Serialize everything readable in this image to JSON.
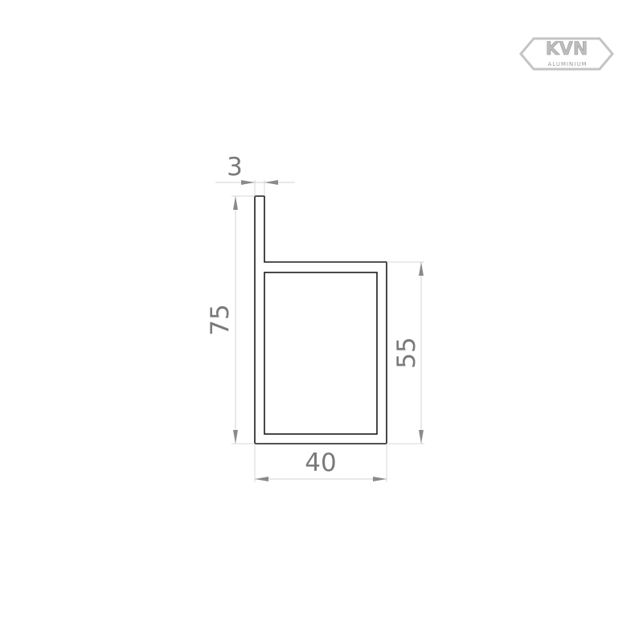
{
  "logo": {
    "main": "KVN",
    "sub": "ALUMINIUM"
  },
  "dimensions": {
    "thickness": "3",
    "total_height": "75",
    "box_height": "55",
    "width": "40"
  },
  "colors": {
    "dimension_text": "#7a7a7a",
    "profile_line": "#1a1a1a",
    "logo": "#b5b5b5"
  }
}
